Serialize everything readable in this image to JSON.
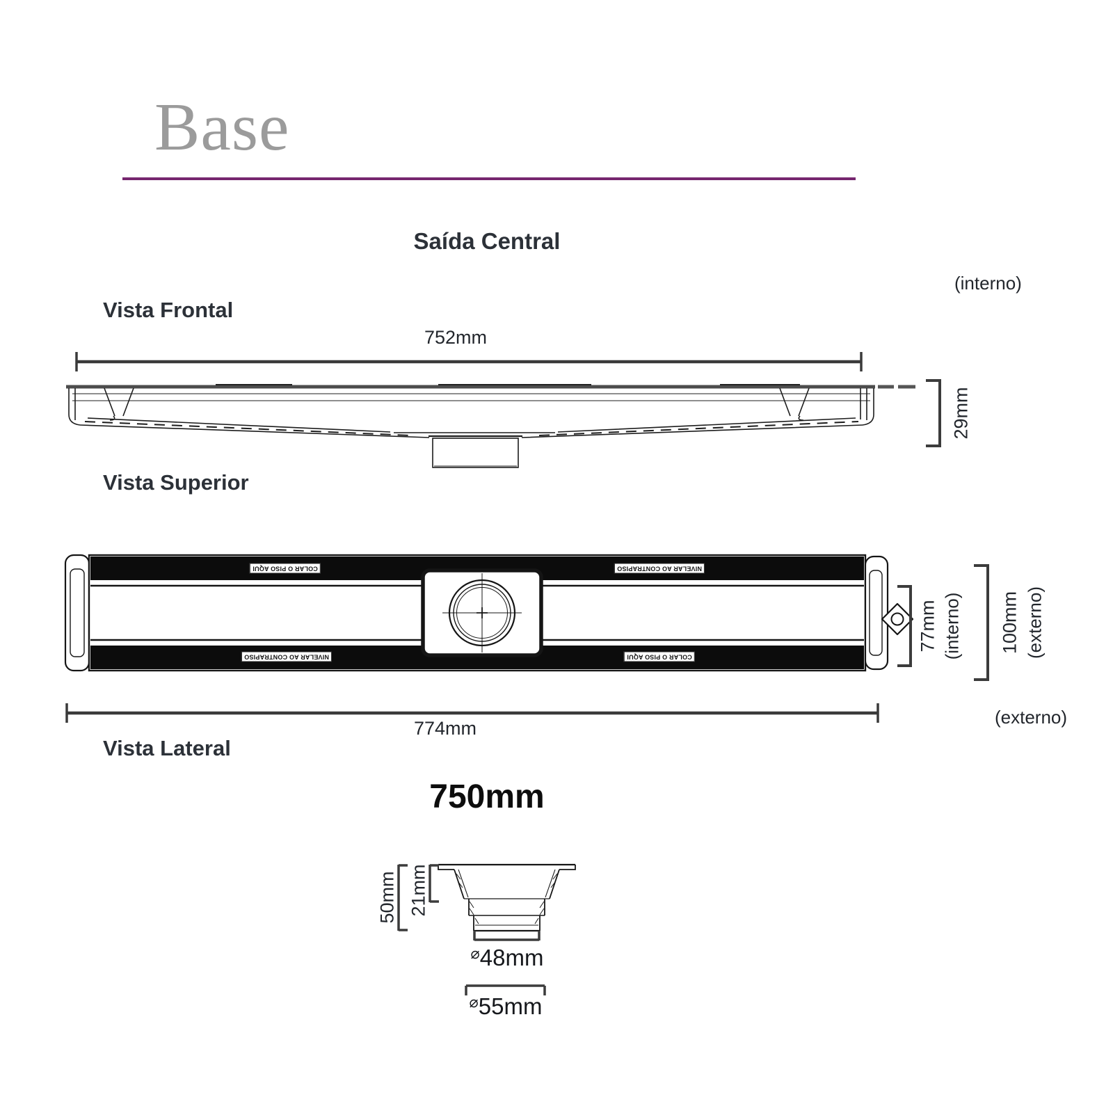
{
  "header": {
    "title": "Base",
    "accent_rule_color": "#76266f"
  },
  "subtitle": "Saída Central",
  "frontal": {
    "label": "Vista Frontal",
    "width_dim": "752mm",
    "height_dim": "29mm",
    "note": "(interno)"
  },
  "superior": {
    "label": "Vista Superior",
    "inner_width_dim": "77mm",
    "inner_width_note": "(interno)",
    "outer_width_dim": "100mm",
    "outer_width_note": "(externo)",
    "length_dim": "774mm",
    "length_note": "(externo)",
    "strips": {
      "top_left": "COLAR O PISO AQUI",
      "top_right": "NIVELAR AO CONTRAPISO",
      "bottom_left": "NIVELAR AO CONTRAPISO",
      "bottom_right": "COLAR O PISO AQUI"
    }
  },
  "lateral": {
    "label": "Vista Lateral",
    "size_heading": "750mm",
    "depth_dim": "50mm",
    "lip_depth_dim": "21mm",
    "diameter_symbol": "⌀",
    "outlet_inner_dim": "48mm",
    "outlet_outer_dim": "55mm"
  }
}
